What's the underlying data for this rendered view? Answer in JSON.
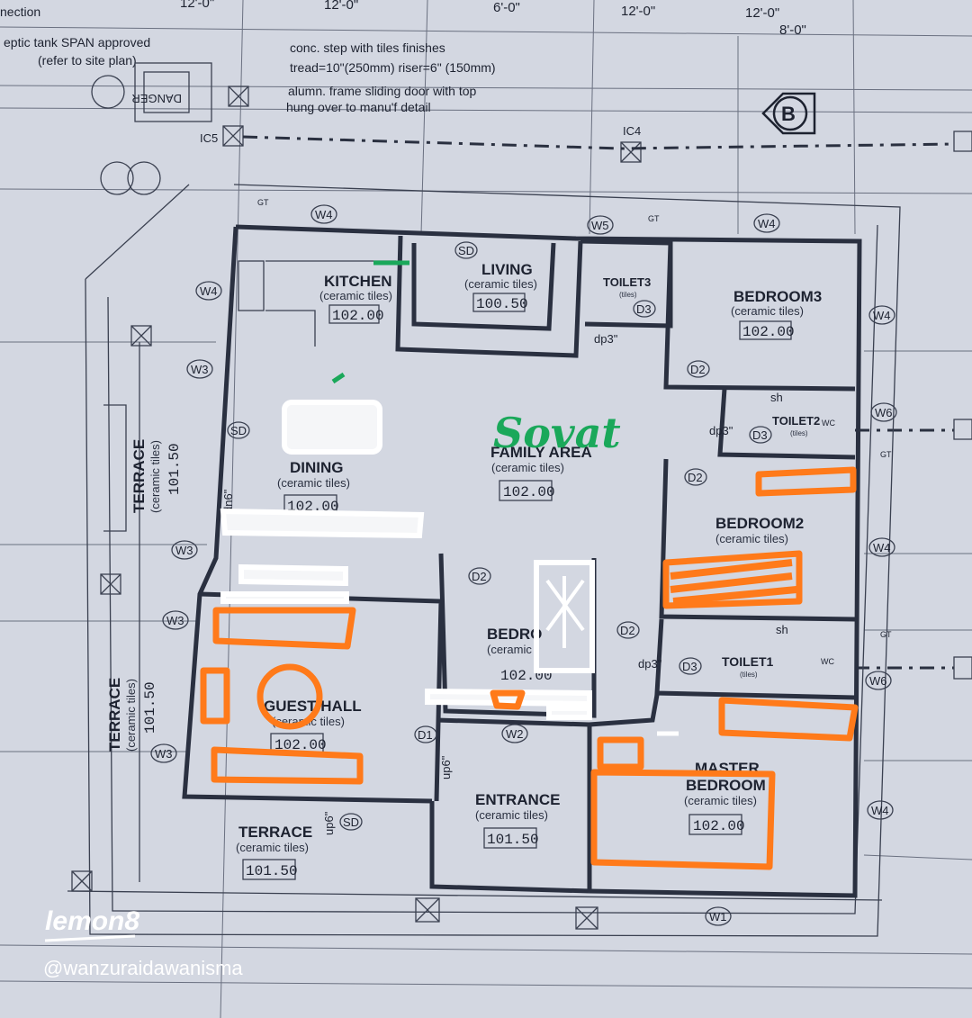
{
  "dimensions": [
    "12'-0\"",
    "12'-0\"",
    "6'-0\"",
    "12'-0\"",
    "8'-0\""
  ],
  "notes": {
    "top_left_1": "nection",
    "top_left_2": "eptic tank SPAN approved",
    "top_left_3": "(refer to site plan)",
    "step": "conc. step with tiles finishes",
    "tread": "tread=10\"(250mm) riser=6\" (150mm)",
    "door1": "alumn. frame sliding door with top",
    "door2": "hung over to manu'f detail",
    "danger": "DANGER"
  },
  "section_marker": "B",
  "rooms": {
    "kitchen": {
      "name": "KITCHEN",
      "finish": "(ceramic tiles)",
      "level": "102.00"
    },
    "living": {
      "name": "LIVING",
      "finish": "(ceramic tiles)",
      "level": "100.50"
    },
    "toilet3": {
      "name": "TOILET3",
      "finish": "(tiles)"
    },
    "bedroom3": {
      "name": "BEDROOM3",
      "finish": "(ceramic tiles)",
      "level": "102.00"
    },
    "toilet2": {
      "name": "TOILET2",
      "finish": "(tiles)"
    },
    "family": {
      "name": "FAMILY AREA",
      "finish": "(ceramic tiles)",
      "level": "102.00"
    },
    "dining": {
      "name": "DINING",
      "finish": "(ceramic tiles)",
      "level": "102.00"
    },
    "bedroom2": {
      "name": "BEDROOM2",
      "finish": "(ceramic tiles)"
    },
    "bedroom_mid": {
      "name": "BEDRO",
      "finish": "(ceramic",
      "level": "102.00"
    },
    "toilet1": {
      "name": "TOILET1",
      "finish": "(tiles)"
    },
    "guest_hall": {
      "name": "GUEST HALL",
      "finish": "(ceramic tiles)",
      "level": "102.00"
    },
    "entrance": {
      "name": "ENTRANCE",
      "finish": "(ceramic tiles)",
      "level": "101.50"
    },
    "master": {
      "name": "MASTER",
      "name2": "BEDROOM",
      "finish": "(ceramic tiles)",
      "level": "102.00"
    },
    "terrace_left_top": {
      "name": "TERRACE",
      "finish": "(ceramic tiles)",
      "level": "101.50"
    },
    "terrace_left_bottom": {
      "name": "TERRACE",
      "finish": "(ceramic tiles)",
      "level": "101.50"
    },
    "terrace_front": {
      "name": "TERRACE",
      "finish": "(ceramic tiles)",
      "level": "101.50"
    }
  },
  "tags": {
    "w4": "W4",
    "w3": "W3",
    "w5": "W5",
    "w6": "W6",
    "w2": "W2",
    "w1": "W1",
    "d1": "D1",
    "d2": "D2",
    "d3": "D3",
    "sd": "SD",
    "ic4": "IC4",
    "ic5": "IC5",
    "gt": "GT",
    "sh": "sh",
    "wc": "WC",
    "dp3": "dp3\"",
    "dn6": "dn6\"",
    "up6": "up6\""
  },
  "handwritten": "Sovat",
  "watermark": {
    "brand": "lemon8",
    "handle": "@wanzuraidawanisma"
  },
  "colors": {
    "paper": "#d9dde6",
    "ink": "#2a3040",
    "orange": "#ff7a1a",
    "green": "#1aa85a",
    "white": "#ffffff"
  }
}
